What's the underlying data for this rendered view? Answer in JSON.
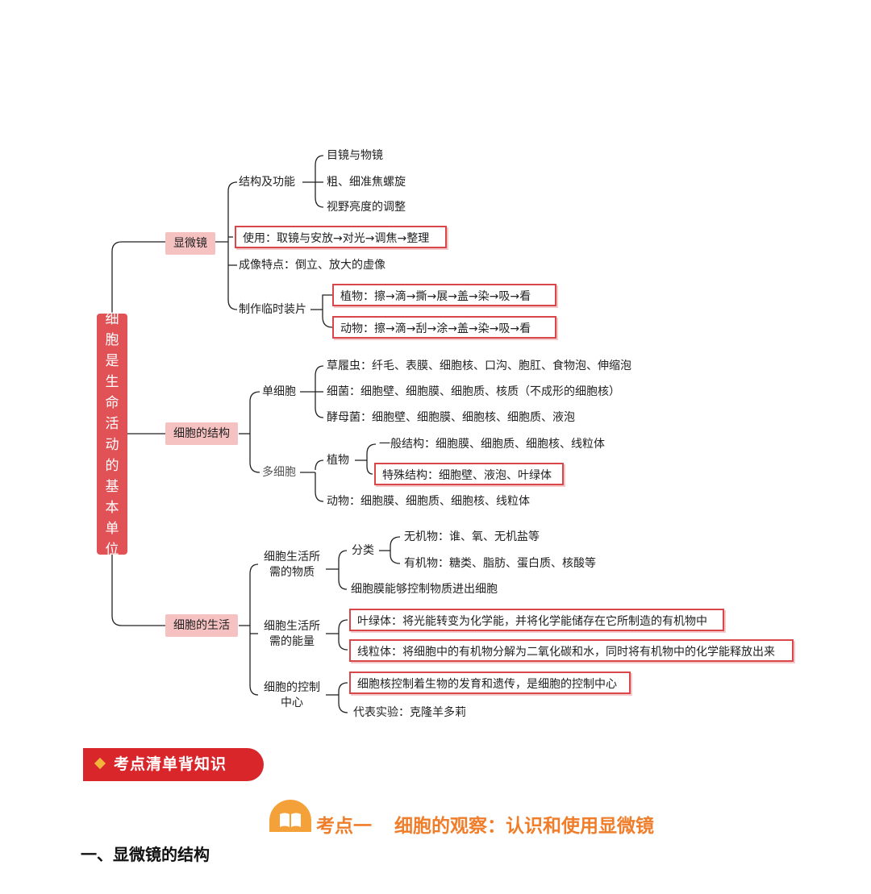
{
  "mindmap": {
    "root": "细胞是生命活动的基本单位",
    "b1": {
      "label": "显微镜",
      "structure": "结构及功能",
      "s_items": [
        "目镜与物镜",
        "粗、细准焦螺旋",
        "视野亮度的调整"
      ],
      "use": "使用：取镜与安放→对光→调焦→整理",
      "imaging": "成像特点：倒立、放大的虚像",
      "slide": "制作临时装片",
      "plant": "植物：擦→滴→撕→展→盖→染→吸→看",
      "animal": "动物：擦→滴→刮→涂→盖→染→吸→看"
    },
    "b2": {
      "label": "细胞的结构",
      "single": "单细胞",
      "single_items": [
        "草履虫：纤毛、表膜、细胞核、口沟、胞肛、食物泡、伸缩泡",
        "细菌：细胞壁、细胞膜、细胞质、核质（不成形的细胞核）",
        "酵母菌：细胞壁、细胞膜、细胞核、细胞质、液泡"
      ],
      "multi": "多细胞",
      "plant": "植物",
      "plant_general": "一般结构：细胞膜、细胞质、细胞核、线粒体",
      "plant_special": "特殊结构：细胞壁、液泡、叶绿体",
      "animal": "动物：细胞膜、细胞质、细胞核、线粒体"
    },
    "b3": {
      "label": "细胞的生活",
      "matter": "细胞生活所需的物质",
      "classify": "分类",
      "inorganic": "无机物：谁、氧、无机盐等",
      "organic": "有机物：糖类、脂肪、蛋白质、核酸等",
      "membrane": "细胞膜能够控制物质进出细胞",
      "energy": "细胞生活所需的能量",
      "chloroplast": "叶绿体：将光能转变为化学能，并将化学能储存在它所制造的有机物中",
      "mitochondria": "线粒体：将细胞中的有机物分解为二氧化碳和水，同时将有机物中的化学能释放出来",
      "control": "细胞的控制中心",
      "nucleus": "细胞核控制着生物的发育和遗传，是细胞的控制中心",
      "experiment": "代表实验：克隆羊多莉"
    }
  },
  "banner": "考点清单背知识",
  "kaodian": {
    "num": "考点一",
    "title": "细胞的观察：认识和使用显微镜"
  },
  "section": "一、显微镜的结构",
  "colors": {
    "accent": "#e05256",
    "pill": "#f6c1c1",
    "banner": "#d8262b",
    "orange": "#ef7d2a"
  }
}
